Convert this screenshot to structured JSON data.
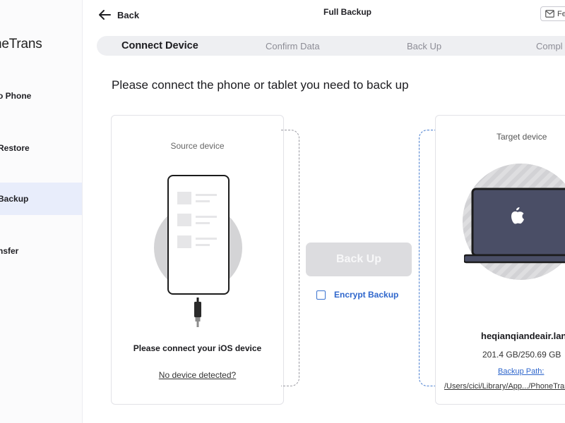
{
  "sidebar": {
    "brand": "neTrans",
    "items": [
      {
        "label": "o Phone",
        "active": false
      },
      {
        "label": "Restore",
        "active": false
      },
      {
        "label": "Backup",
        "active": true
      },
      {
        "label": "nsfer",
        "active": false
      }
    ]
  },
  "header": {
    "back_label": "Back",
    "title": "Full Backup",
    "feedback_label": "Fe"
  },
  "stepper": {
    "steps": [
      {
        "label": "Connect Device",
        "active": true
      },
      {
        "label": "Confirm Data",
        "active": false
      },
      {
        "label": "Back Up",
        "active": false
      },
      {
        "label": "Compl",
        "active": false
      }
    ]
  },
  "prompt": "Please connect the phone or tablet you need to back up",
  "source": {
    "title": "Source device",
    "message": "Please connect your iOS device",
    "link": "No device detected?"
  },
  "action": {
    "backup_label": "Back Up",
    "encrypt_label": "Encrypt Backup",
    "encrypt_checked": false
  },
  "target": {
    "title": "Target device",
    "device_name": "heqianqiandeair.lan",
    "storage": "201.4 GB/250.69 GB",
    "backup_path_label": "Backup Path:",
    "backup_path_value": "/Users/cici/Library/App.../PhoneTrans"
  },
  "icons": {
    "back": "arrow-left-icon",
    "feedback": "mail-icon",
    "apple": "apple-logo-icon"
  },
  "colors": {
    "accent": "#2e66cc",
    "active_sidebar_bg": "#e8edfb",
    "disabled_button_bg": "#dcdcdf",
    "laptop_screen": "#4a4e66"
  }
}
